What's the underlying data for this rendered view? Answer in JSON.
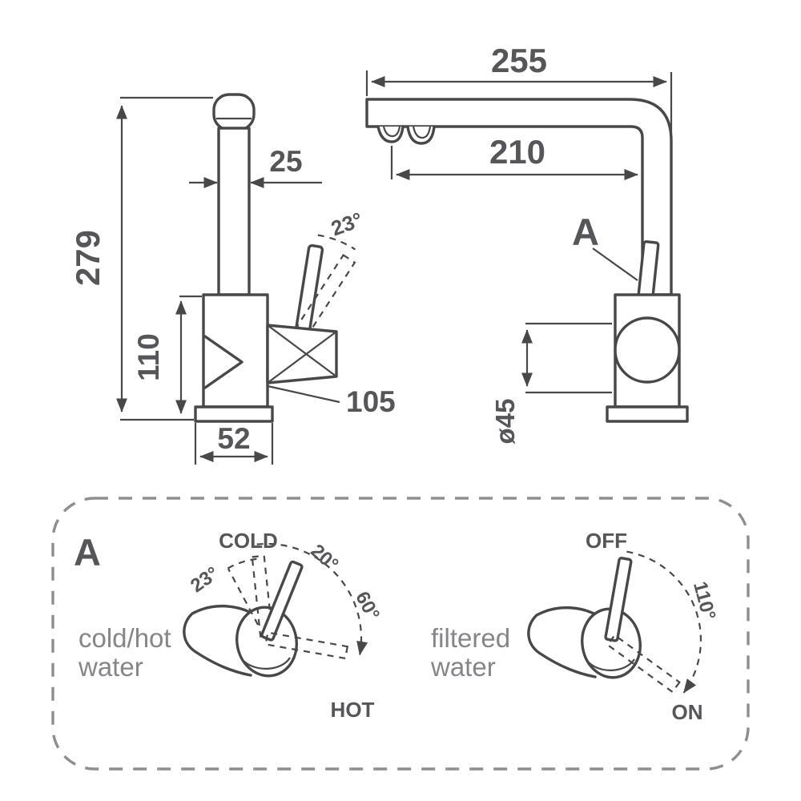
{
  "drawing": {
    "background": "#ffffff",
    "line_color": "#48484a",
    "text_color": "#56565a",
    "caption_color": "#85858a"
  },
  "side_view": {
    "dim_total_height": "279",
    "dim_body_height": "110",
    "dim_spout_width": "25",
    "angle_handle": "23°",
    "dim_handle_length": "105",
    "dim_base_width": "52"
  },
  "front_view": {
    "dim_total_depth": "255",
    "dim_spout_reach": "210",
    "detail_ref": "A",
    "dim_body_diameter": "ø45"
  },
  "detail_panel": {
    "label": "A",
    "mixer": {
      "caption_line1": "cold/hot",
      "caption_line2": "water",
      "pos_top": "COLD",
      "pos_bottom": "HOT",
      "angle_left": "23°",
      "angle_top": "20°",
      "angle_side": "60°"
    },
    "filter": {
      "caption_line1": "filtered",
      "caption_line2": "water",
      "pos_top": "OFF",
      "pos_bottom": "ON",
      "angle_sweep": "110°"
    }
  }
}
